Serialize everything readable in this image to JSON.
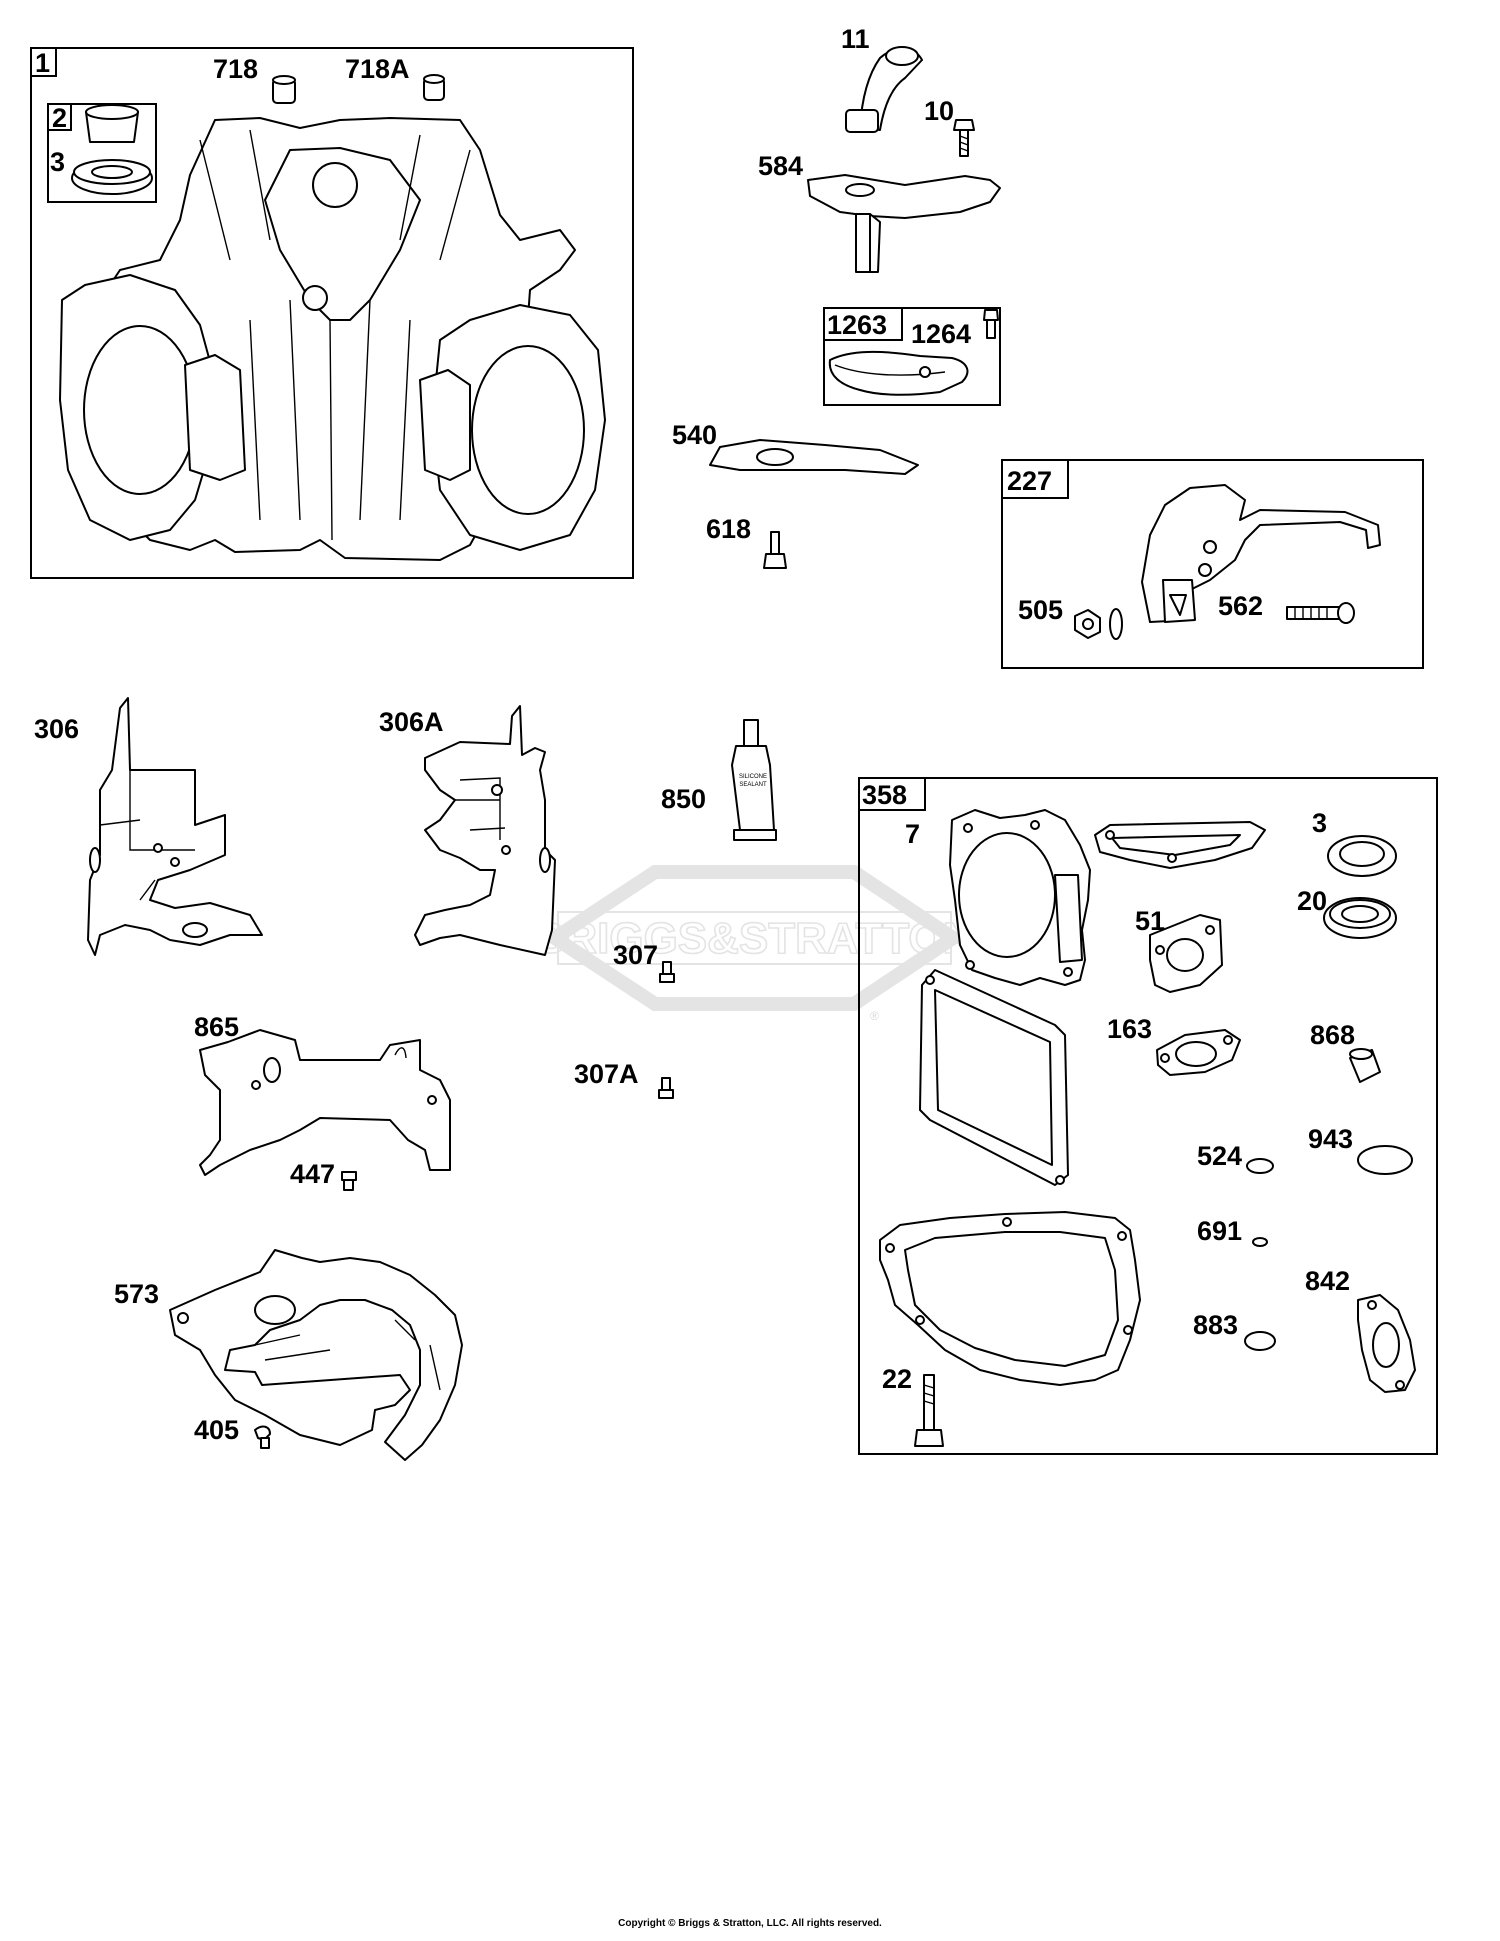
{
  "watermark": {
    "text": "BRIGGS&STRATTON",
    "registered_mark": "®",
    "color": "#e4e4e4"
  },
  "groups": [
    {
      "id": "1"
    },
    {
      "id": "2"
    },
    {
      "id": "1263"
    },
    {
      "id": "227"
    },
    {
      "id": "358"
    }
  ],
  "labels": [
    "718",
    "718A",
    "3",
    "11",
    "10",
    "584",
    "1264",
    "540",
    "618",
    "505",
    "562",
    "306",
    "306A",
    "850",
    "7",
    "3",
    "20",
    "51",
    "163",
    "868",
    "307",
    "307A",
    "865",
    "447",
    "524",
    "943",
    "691",
    "842",
    "883",
    "573",
    "405",
    "22"
  ],
  "sealant_tube_text": [
    "SILICONE",
    "SEALANT"
  ],
  "copyright": "Copyright © Briggs & Stratton, LLC. All rights reserved."
}
